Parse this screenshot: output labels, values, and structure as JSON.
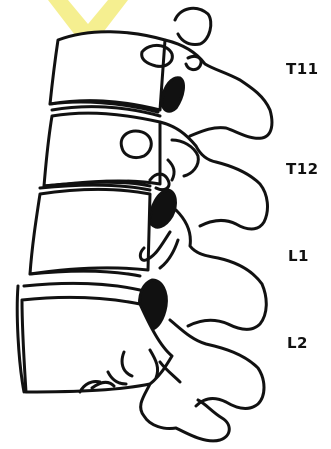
{
  "diagram": {
    "labels": {
      "t11": "T11",
      "t12": "T12",
      "l1": "L1",
      "l2": "L2"
    },
    "colors": {
      "line": "#111111",
      "fill": "#ffffff",
      "watermark": "#f3ec7c",
      "background": "#ffffff"
    },
    "icons": {
      "watermark": "yellow-chevron-watermark"
    }
  }
}
